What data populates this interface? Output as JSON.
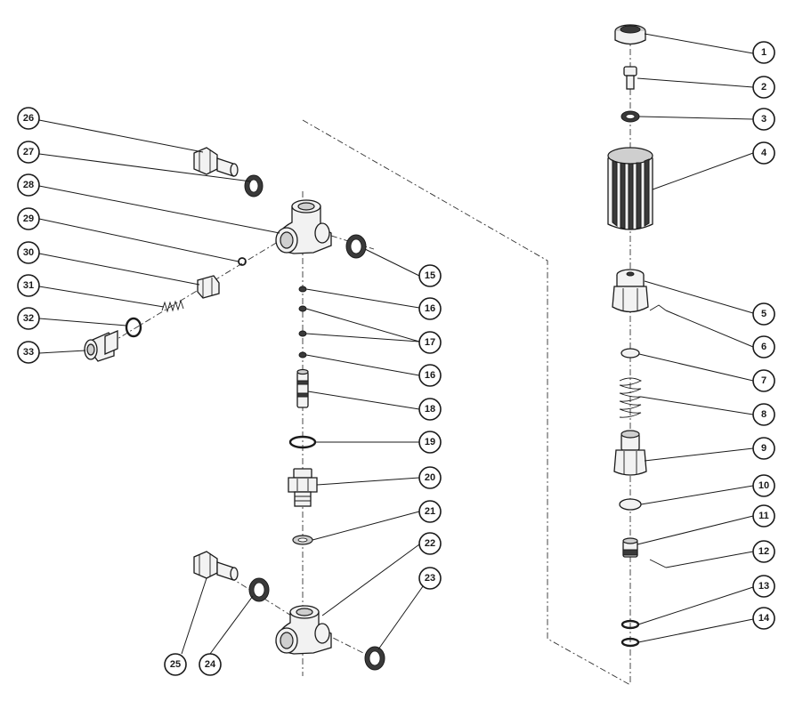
{
  "callouts": [
    {
      "id": "c1",
      "label": "1"
    },
    {
      "id": "c2",
      "label": "2"
    },
    {
      "id": "c3",
      "label": "3"
    },
    {
      "id": "c4",
      "label": "4"
    },
    {
      "id": "c5",
      "label": "5"
    },
    {
      "id": "c6",
      "label": "6"
    },
    {
      "id": "c7",
      "label": "7"
    },
    {
      "id": "c8",
      "label": "8"
    },
    {
      "id": "c9",
      "label": "9"
    },
    {
      "id": "c10",
      "label": "10"
    },
    {
      "id": "c11",
      "label": "11"
    },
    {
      "id": "c12",
      "label": "12"
    },
    {
      "id": "c13",
      "label": "13"
    },
    {
      "id": "c14",
      "label": "14"
    },
    {
      "id": "c15",
      "label": "15"
    },
    {
      "id": "c16a",
      "label": "16"
    },
    {
      "id": "c17",
      "label": "17"
    },
    {
      "id": "c16b",
      "label": "16"
    },
    {
      "id": "c18",
      "label": "18"
    },
    {
      "id": "c19",
      "label": "19"
    },
    {
      "id": "c20",
      "label": "20"
    },
    {
      "id": "c21",
      "label": "21"
    },
    {
      "id": "c22",
      "label": "22"
    },
    {
      "id": "c23",
      "label": "23"
    },
    {
      "id": "c24",
      "label": "24"
    },
    {
      "id": "c25",
      "label": "25"
    },
    {
      "id": "c26",
      "label": "26"
    },
    {
      "id": "c27",
      "label": "27"
    },
    {
      "id": "c28",
      "label": "28"
    },
    {
      "id": "c29",
      "label": "29"
    },
    {
      "id": "c30",
      "label": "30"
    },
    {
      "id": "c31",
      "label": "31"
    },
    {
      "id": "c32",
      "label": "32"
    },
    {
      "id": "c33",
      "label": "33"
    }
  ]
}
